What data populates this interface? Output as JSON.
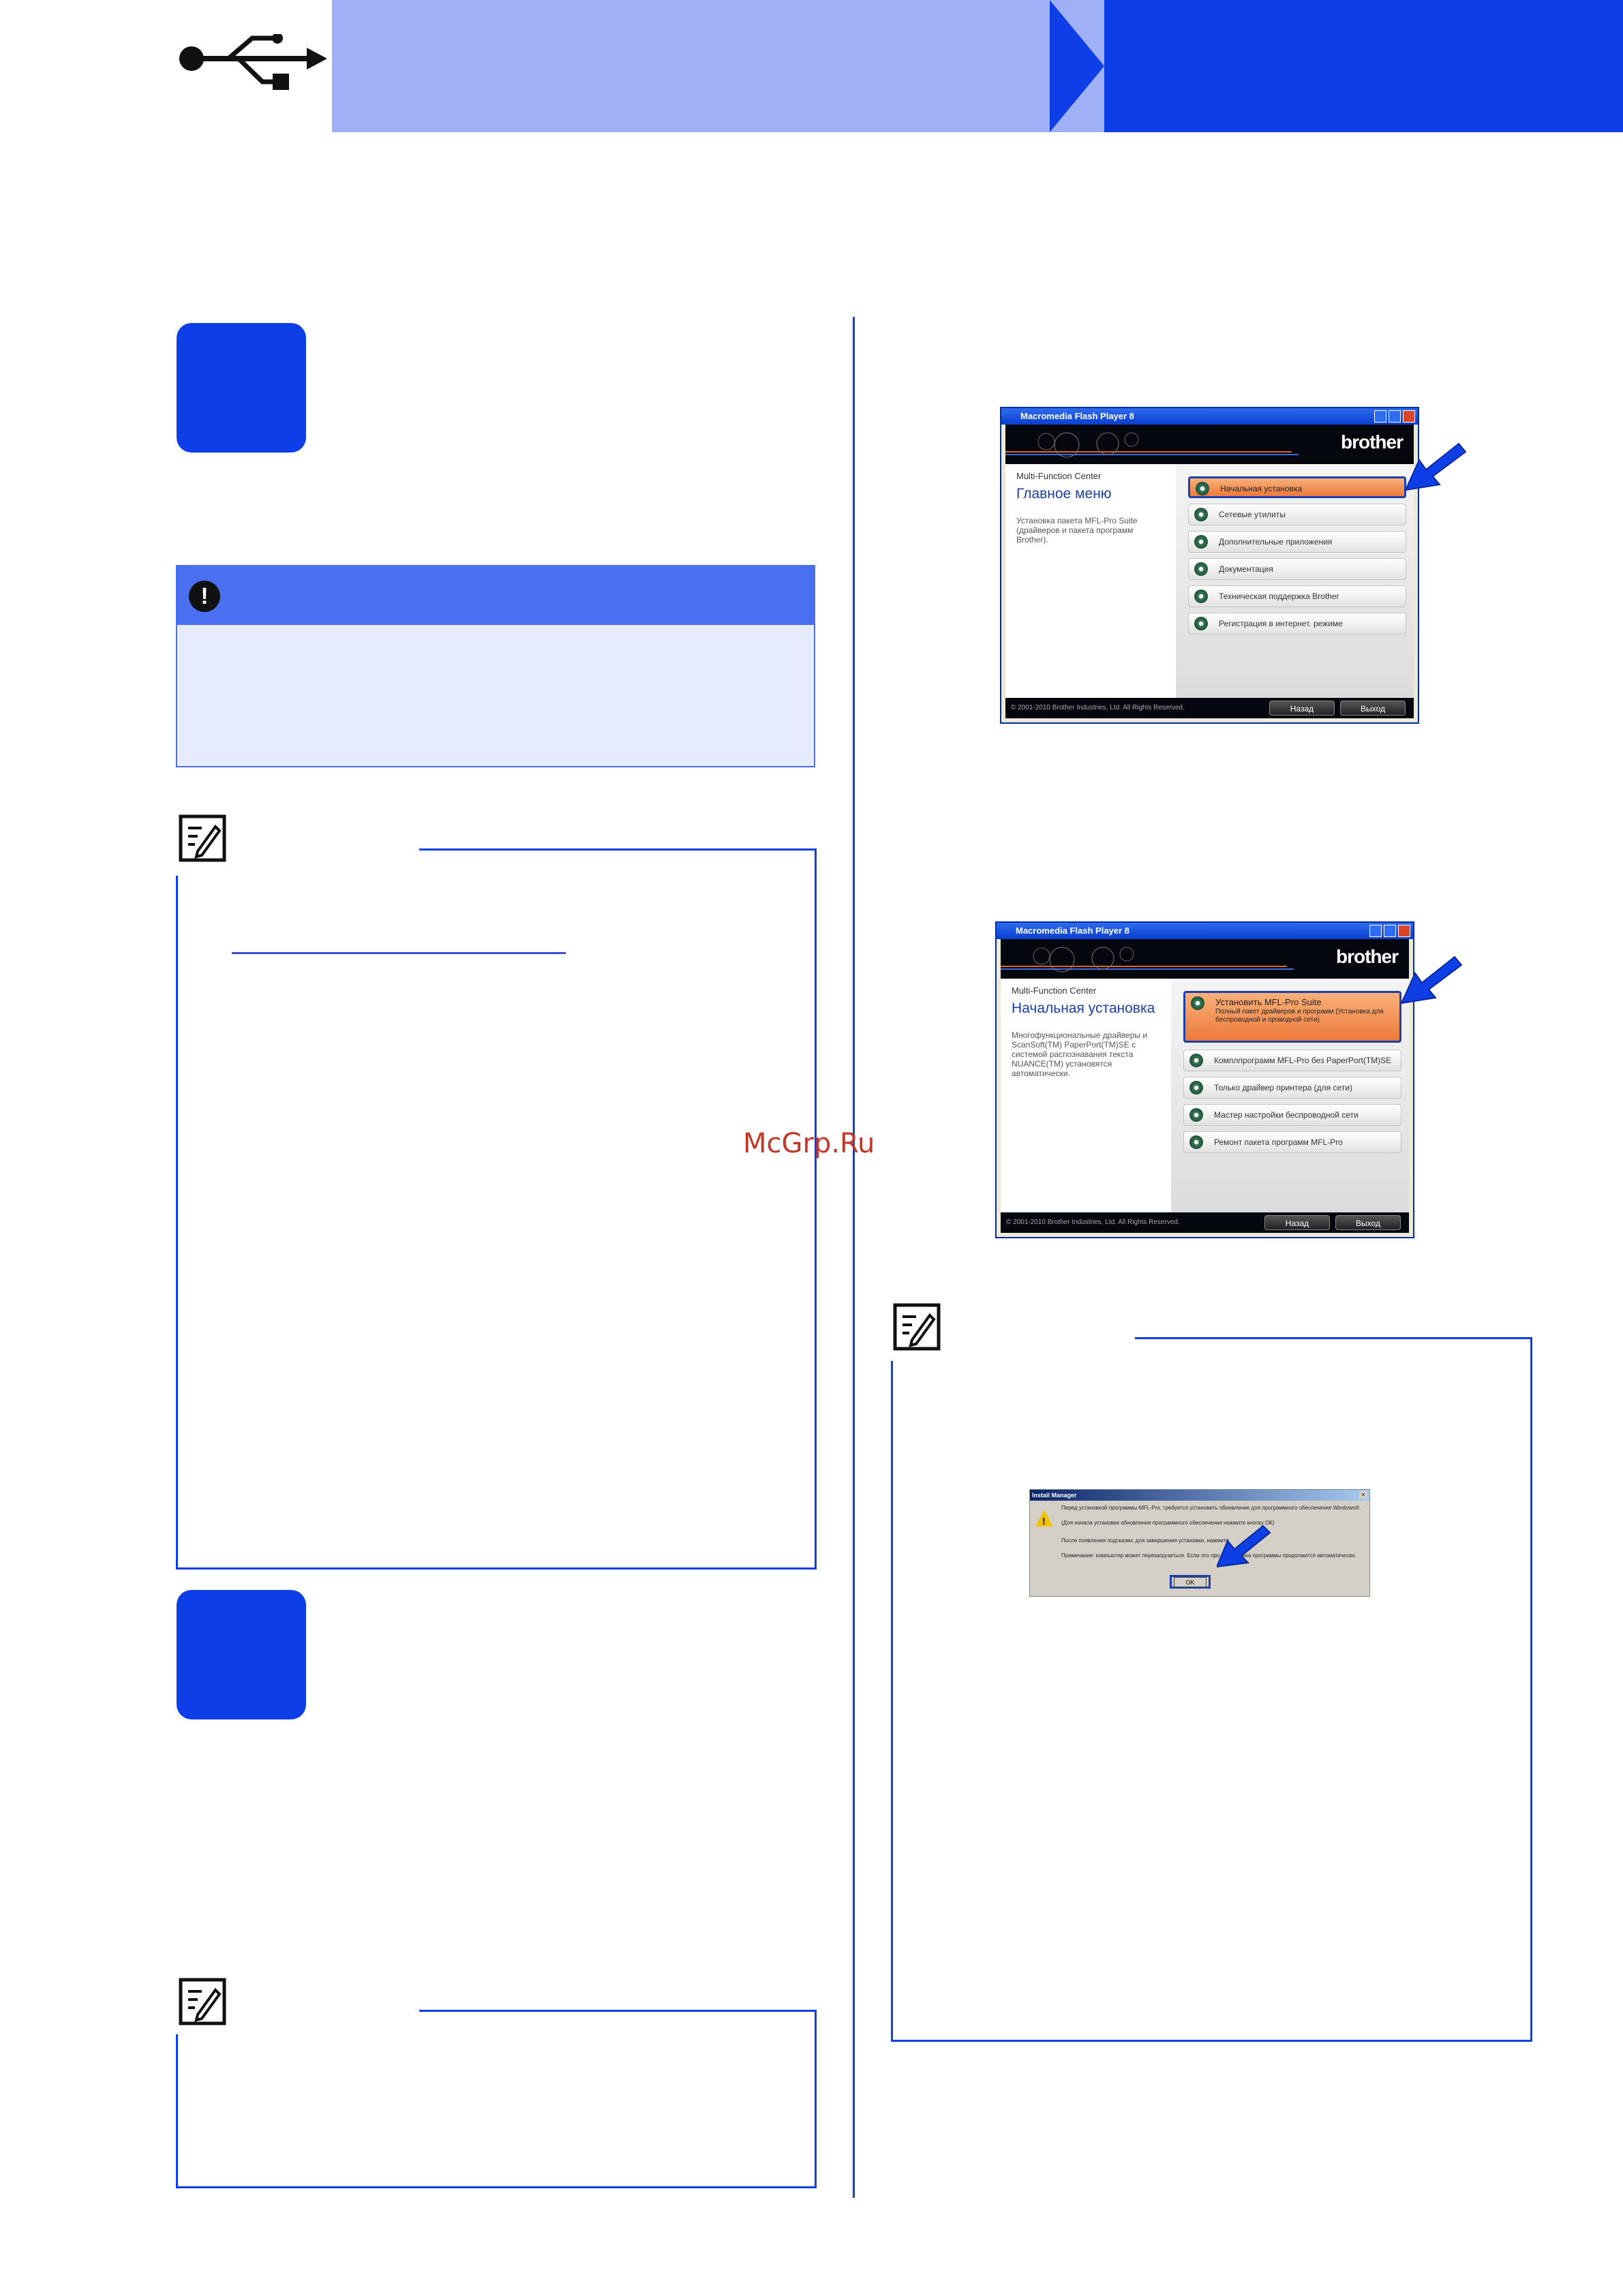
{
  "steps": [
    {
      "number": ""
    },
    {
      "number": ""
    }
  ],
  "important": {
    "icon": "exclamation-icon",
    "symbol": "!"
  },
  "menu_window_1": {
    "title": "Macromedia Flash Player 8",
    "brand": "brother",
    "subtitle": "Multi-Function Center",
    "heading": "Главное меню",
    "description": "Установка пакета MFL-Pro Suite (драйверов и пакета программ Brother).",
    "items": [
      "Начальная установка",
      "Сетевые утилиты",
      "Дополнительные приложения",
      "Документация",
      "Техническая поддержка Brother",
      "Регистрация в интернет. режиме"
    ],
    "copyright": "© 2001-2010 Brother Industries, Ltd. All Rights Reserved.",
    "back": "Назад",
    "exit": "Выход"
  },
  "menu_window_2": {
    "title": "Macromedia Flash Player 8",
    "brand": "brother",
    "subtitle": "Multi-Function Center",
    "heading": "Начальная установка",
    "description": "Многофункциональные драйверы и ScanSoft(TM) PaperPort(TM)SE с системой распознавания текста NUANCE(TM) установятся автоматически.",
    "items": [
      "Установить MFL-Pro Suite",
      "Комплпрограмм MFL-Pro без PaperPort(TM)SE",
      "Только драйвер принтера (для сети)",
      "Мастер настройки беспроводной сети",
      "Ремонт пакета программ MFL-Pro"
    ],
    "item1_sub": "Полный пакет драйверов и программ (Установка для беспроводной и проводной сети)",
    "copyright": "© 2001-2010 Brother Industries, Ltd. All Rights Reserved.",
    "back": "Назад",
    "exit": "Выход"
  },
  "dialog": {
    "title": "Install Manager",
    "line1": "Перед установкой программы MFL-Pro, требуется установить обновление для программного обеспечения Windows®.",
    "line2": "(Для начала установки обновления программного обеспечения нажмите кнопку ОК)",
    "line3": "После появления подсказки, для завершения установки, нажмите",
    "line4": "Примечание: компьютер может перезагрузиться. Если это про... установка программы продолжится автоматически.",
    "ok": "OK"
  },
  "watermark": "McGrp.Ru"
}
